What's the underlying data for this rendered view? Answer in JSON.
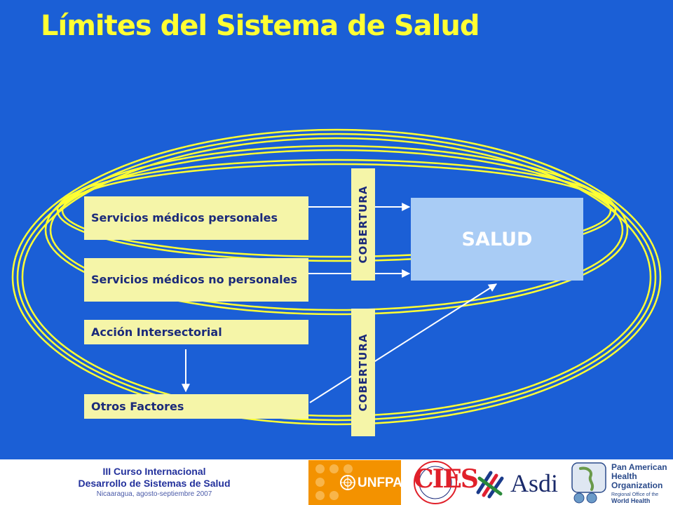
{
  "title": "Límites del Sistema de Salud",
  "diagram": {
    "boxes": [
      {
        "id": "servicios-medicos-personales",
        "label": "Servicios médicos personales"
      },
      {
        "id": "servicios-medicos-no-personales",
        "label": "Servicios médicos no personales"
      },
      {
        "id": "accion-intersectorial",
        "label": "Acción Intersectorial"
      },
      {
        "id": "otros-factores",
        "label": "Otros Factores"
      }
    ],
    "coverage_labels": [
      "COBERTURA",
      "COBERTURA"
    ],
    "target": "SALUD"
  },
  "footer": {
    "line1": "III Curso Internacional",
    "line2": "Desarrollo de Sistemas de Salud",
    "line3": "Nicaaragua, agosto-septiembre 2007"
  },
  "logos": {
    "unfpa": "UNFPA",
    "cies": "CIES",
    "asdi": "Asdi",
    "paho": {
      "title_line1": "Pan American",
      "title_line2": "Health",
      "title_line3": "Organization",
      "subtitle_line1": "Regional Office of the",
      "subtitle_line2": "World Health Organization"
    }
  },
  "colors": {
    "background": "#1b5fd6",
    "title": "#ffff33",
    "ellipse": "#ffff33",
    "box_fill": "#f5f5a8",
    "salud_fill": "#a9ccf5",
    "footer_text": "#23319c",
    "unfpa_orange": "#f39200",
    "cies_red": "#e0202a"
  }
}
